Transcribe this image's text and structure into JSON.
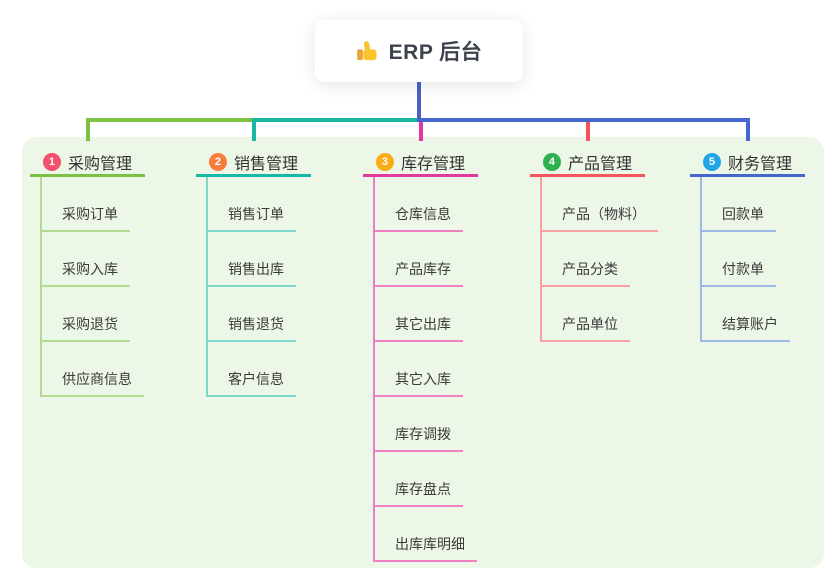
{
  "page": {
    "background": "#ffffff",
    "panel_background": "#ecf7e7"
  },
  "root": {
    "title": "ERP 后台",
    "icon": "thumbs-up-icon",
    "icon_colors": {
      "hand": "#fcc42c",
      "cuff": "#e9a43c"
    },
    "line_color": "#4a5fc9",
    "text_color": "#3d434d"
  },
  "branches": [
    {
      "number": "1",
      "label": "采购管理",
      "badge_color": "#f4516c",
      "line_color": "#7cc142",
      "child_line_color": "#b4da8e",
      "children": [
        "采购订单",
        "采购入库",
        "采购退货",
        "供应商信息"
      ]
    },
    {
      "number": "2",
      "label": "销售管理",
      "badge_color": "#f87d3b",
      "line_color": "#17b8a6",
      "child_line_color": "#82d5ca",
      "children": [
        "销售订单",
        "销售出库",
        "销售退货",
        "客户信息"
      ]
    },
    {
      "number": "3",
      "label": "库存管理",
      "badge_color": "#fbab18",
      "line_color": "#e03a9c",
      "child_line_color": "#ee7fc1",
      "children": [
        "仓库信息",
        "产品库存",
        "其它出库",
        "其它入库",
        "库存调拨",
        "库存盘点",
        "出库库明细"
      ]
    },
    {
      "number": "4",
      "label": "产品管理",
      "badge_color": "#2fb14f",
      "line_color": "#f4555a",
      "child_line_color": "#f9a0a3",
      "children": [
        "产品（物料）",
        "产品分类",
        "产品单位"
      ]
    },
    {
      "number": "5",
      "label": "财务管理",
      "badge_color": "#22a4e9",
      "line_color": "#4467cf",
      "child_line_color": "#9db9ea",
      "children": [
        "回款单",
        "付款单",
        "结算账户"
      ]
    }
  ]
}
